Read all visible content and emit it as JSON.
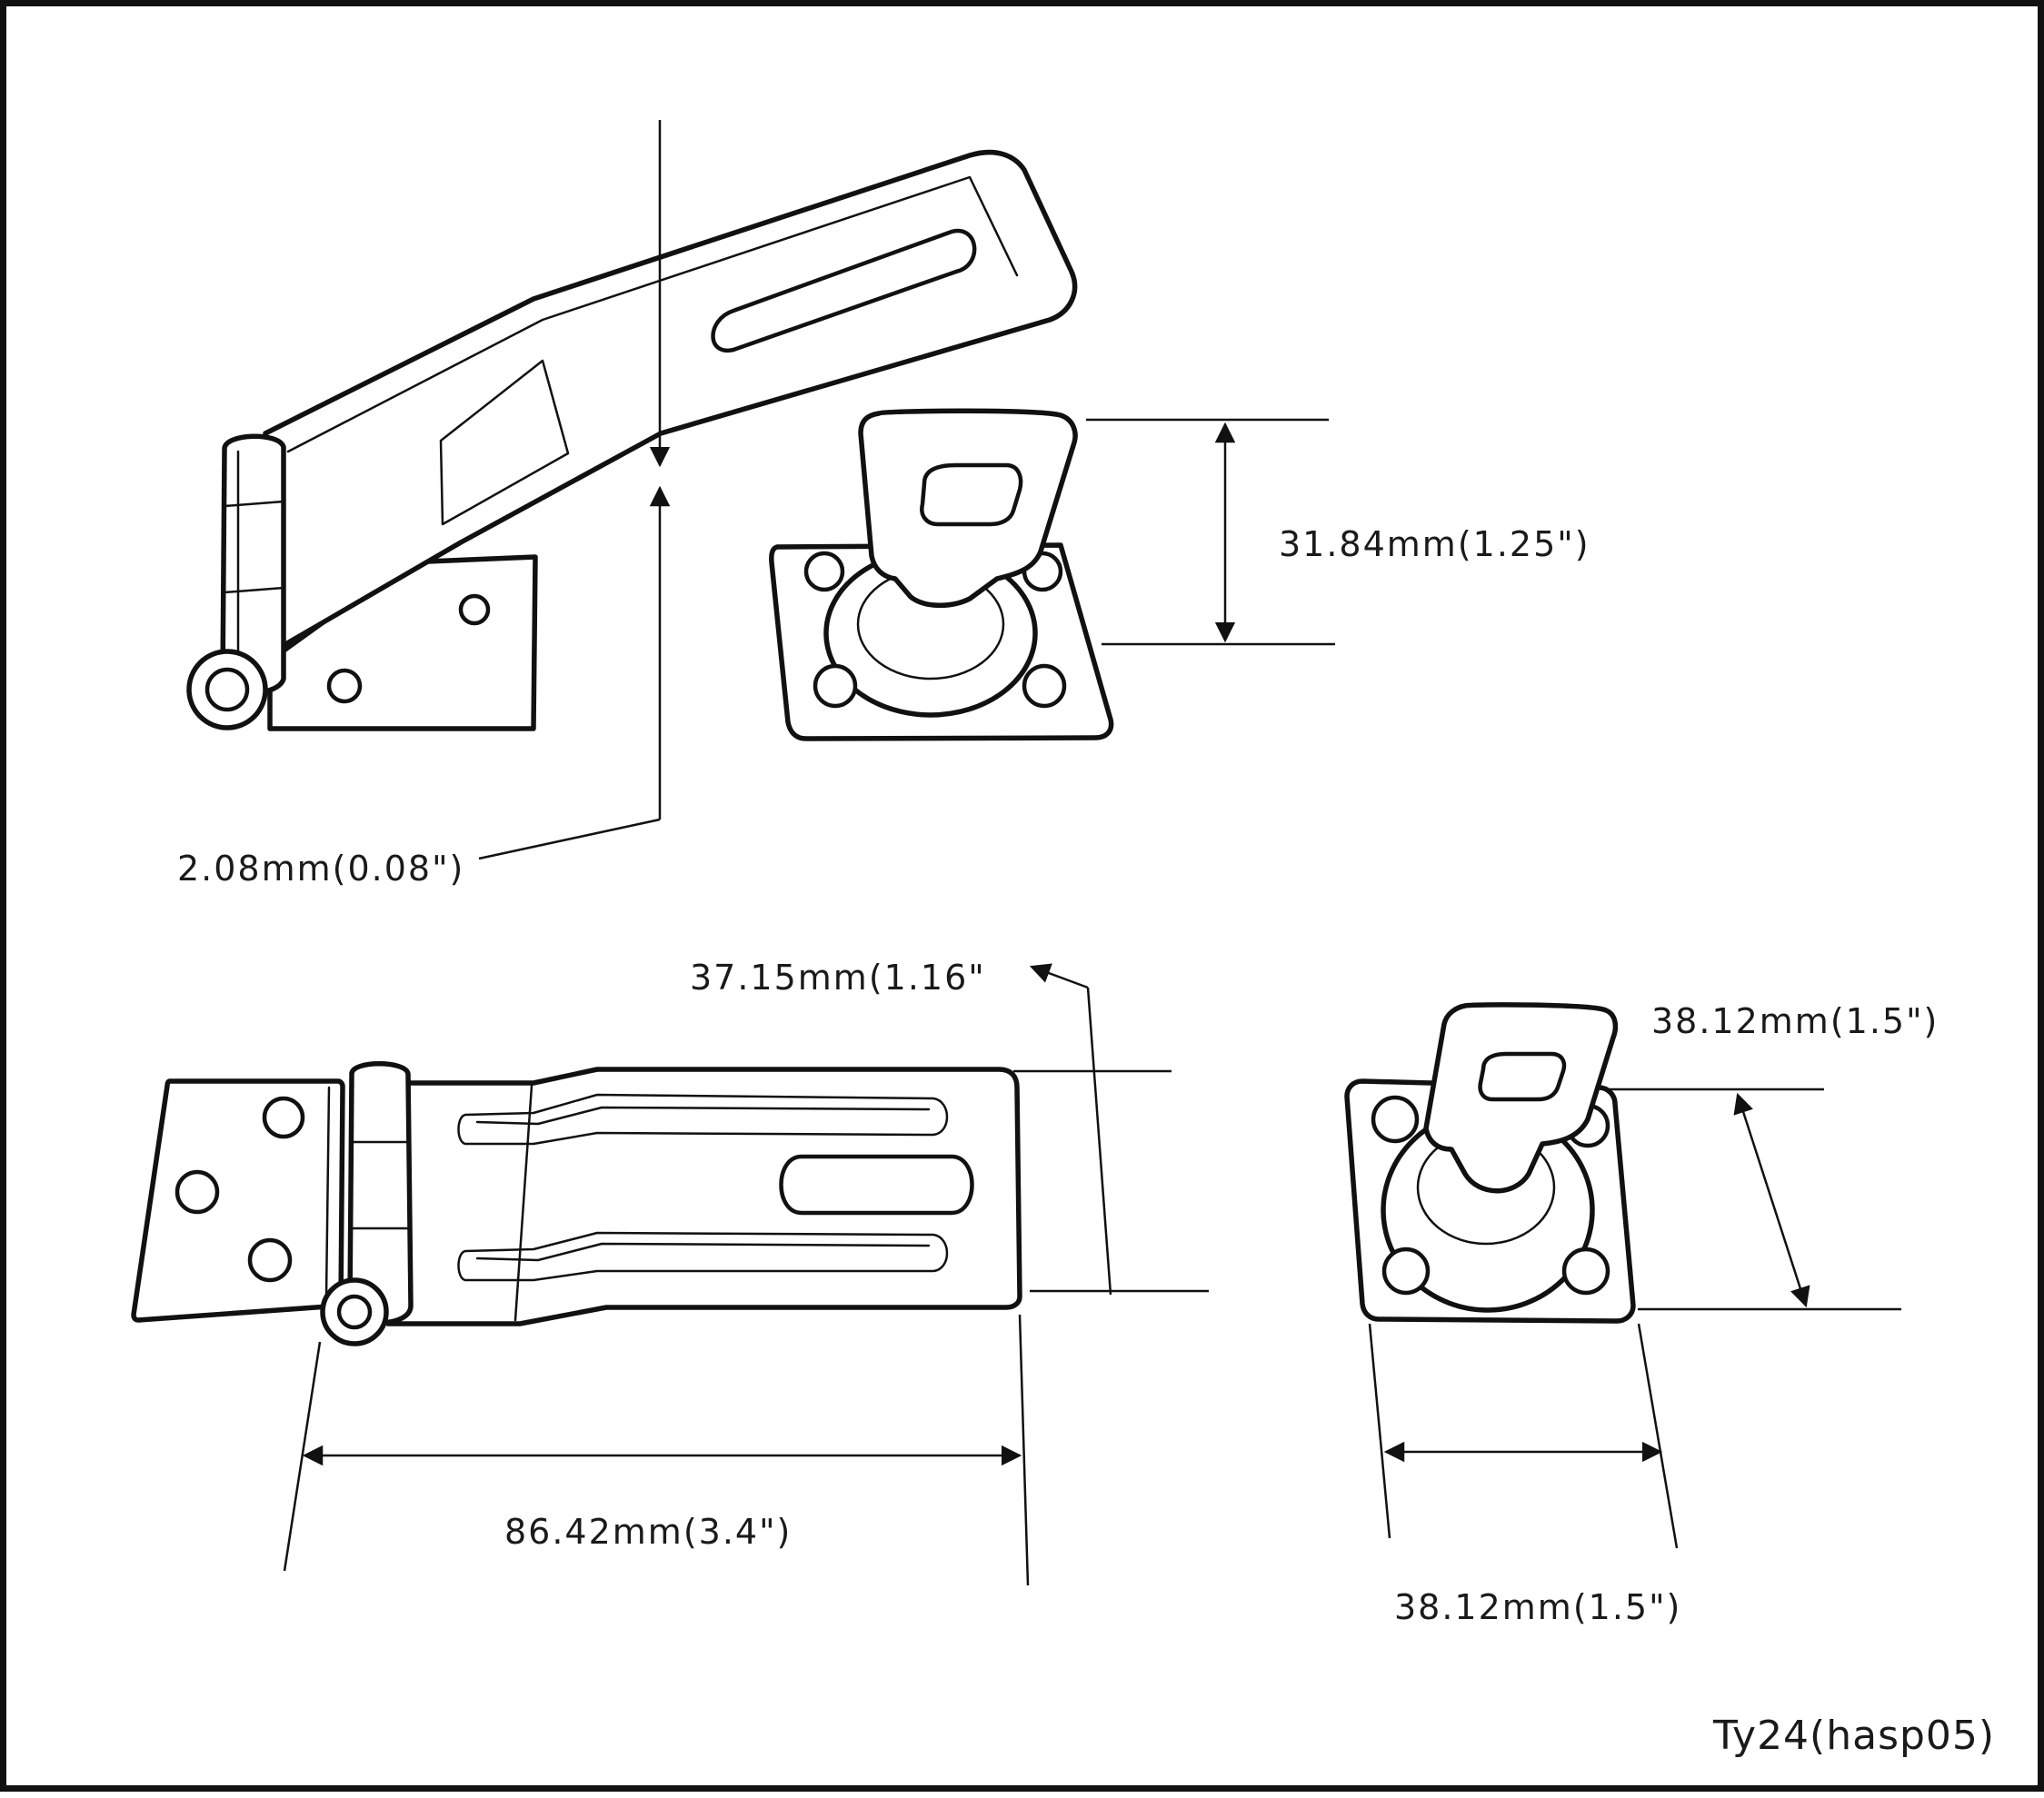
{
  "dimensions": {
    "thickness": "2.08mm(0.08\")",
    "staple_height_top": "31.84mm(1.25\")",
    "hasp_width": "37.15mm(1.16\"",
    "staple_height_side": "38.12mm(1.5\")",
    "hasp_length": "86.42mm(3.4\")",
    "staple_width": "38.12mm(1.5\")"
  },
  "model_code": "Ty24(hasp05)",
  "colors": {
    "line": "#111111",
    "background": "#ffffff"
  }
}
